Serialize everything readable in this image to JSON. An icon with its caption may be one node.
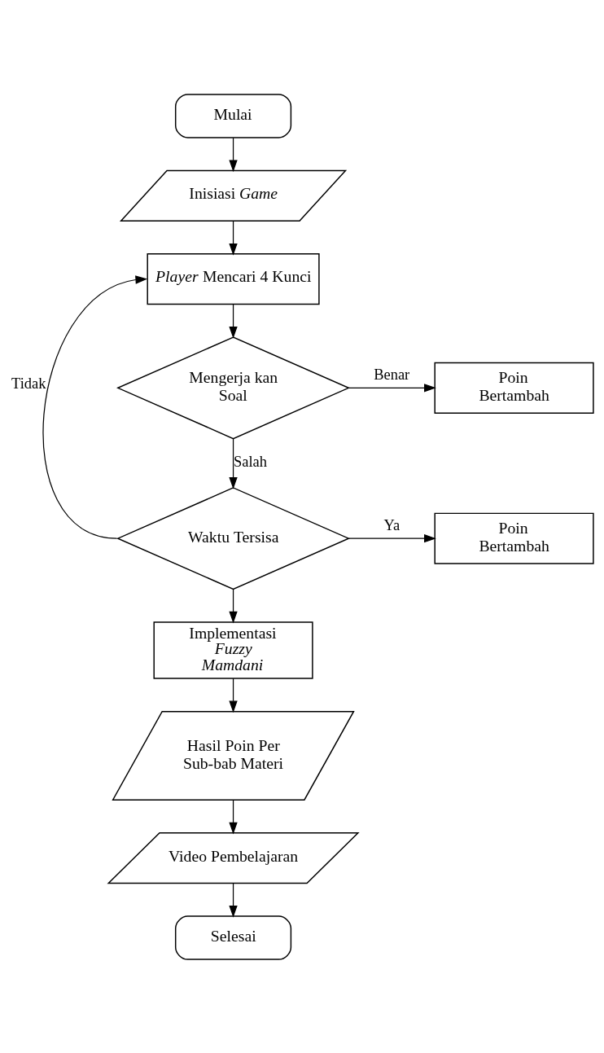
{
  "diagram": {
    "nodes": [
      {
        "text": [
          "Mulai"
        ]
      },
      {
        "text": [
          "Inisiasi *Game*"
        ]
      },
      {
        "text": [
          "*Player* Mencari 4 Kunci"
        ]
      },
      {
        "text": [
          "Mengerja kan Soal"
        ]
      },
      {
        "text": [
          "Poin Bertambah"
        ]
      },
      {
        "text": [
          "Waktu Tersisa"
        ]
      },
      {
        "text": [
          "Poin Bertambah"
        ]
      },
      {
        "text": [
          "Implementasi *Fuzzy Mamdani*"
        ]
      },
      {
        "text": [
          "Hasil Poin Per Sub-bab Materi"
        ]
      },
      {
        "text": [
          "Video Pembelajaran"
        ]
      },
      {
        "text": [
          "Selesai"
        ]
      }
    ],
    "edges": [
      {
        "from": 0,
        "to": 1,
        "arrow": "to"
      },
      {
        "from": 1,
        "to": 2,
        "arrow": "to"
      },
      {
        "from": 2,
        "to": 3,
        "arrow": "to"
      },
      {
        "from": 3,
        "to": 4,
        "arrow": "to",
        "label": "Benar"
      },
      {
        "from": 3,
        "to": 5,
        "arrow": "to",
        "label": "Salah"
      },
      {
        "from": 5,
        "to": 6,
        "arrow": "to",
        "label": "Ya"
      },
      {
        "from": 5,
        "to": 2,
        "arrow": "to",
        "label": "Tidak"
      },
      {
        "from": 5,
        "to": 7,
        "arrow": "to"
      },
      {
        "from": 7,
        "to": 8,
        "arrow": "to"
      },
      {
        "from": 8,
        "to": 9,
        "arrow": "to"
      },
      {
        "from": 9,
        "to": 10,
        "arrow": "to"
      }
    ]
  }
}
